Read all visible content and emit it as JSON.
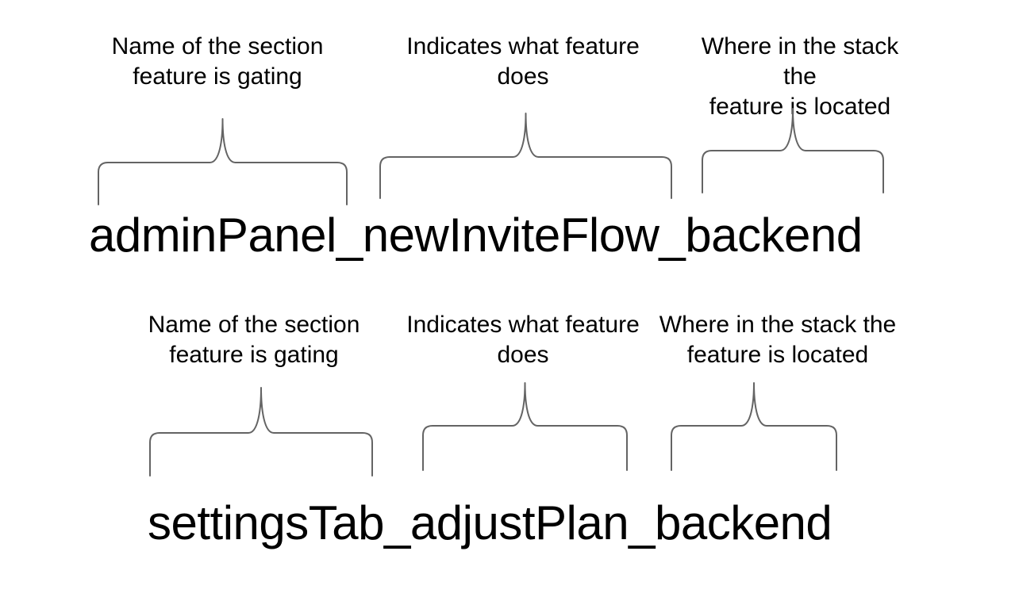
{
  "colors": {
    "background": "#ffffff",
    "text": "#000000",
    "brace": "#646464"
  },
  "examples": [
    {
      "flag_name": "adminPanel_newInviteFlow_backend",
      "labels": {
        "section": "Name of the section\nfeature is gating",
        "feature": "Indicates what feature\ndoes",
        "stack": "Where in the stack the\nfeature is located"
      }
    },
    {
      "flag_name": "settingsTab_adjustPlan_backend",
      "labels": {
        "section": "Name of the section\nfeature is gating",
        "feature": "Indicates what feature\ndoes",
        "stack": "Where in the stack the\nfeature is located"
      }
    }
  ]
}
